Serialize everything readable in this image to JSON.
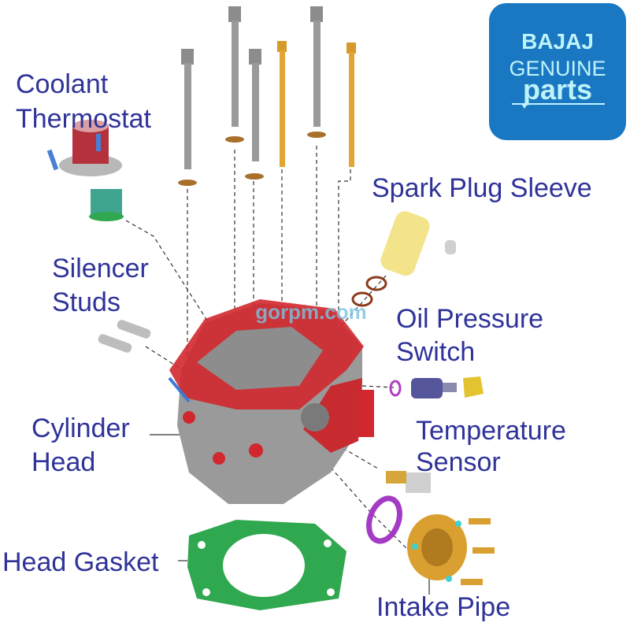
{
  "logo": {
    "brand": "BAJAJ",
    "line2": "GENUINE",
    "line3": "parts",
    "bg_color": "#1a78c2"
  },
  "watermark": "gorpm.com",
  "labels": {
    "coolant_thermostat": [
      "Coolant",
      "Thermostat"
    ],
    "spark_plug_sleeve": "Spark Plug Sleeve",
    "silencer_studs": [
      "Silencer",
      "Studs"
    ],
    "oil_pressure_switch": [
      "Oil Pressure",
      "Switch"
    ],
    "cylinder_head": [
      "Cylinder",
      "Head"
    ],
    "temperature_sensor": [
      "Temperature",
      "Sensor"
    ],
    "head_gasket": "Head Gasket",
    "intake_pipe": "Intake Pipe"
  },
  "colors": {
    "label": "#2f3399",
    "head_red": "#d0282e",
    "head_grey": "#9a9a9a",
    "bolt_grey": "#8c8c8c",
    "bolt_gold": "#e3a534",
    "gasket_green": "#2fa84f",
    "intake_gold": "#d9a031"
  }
}
